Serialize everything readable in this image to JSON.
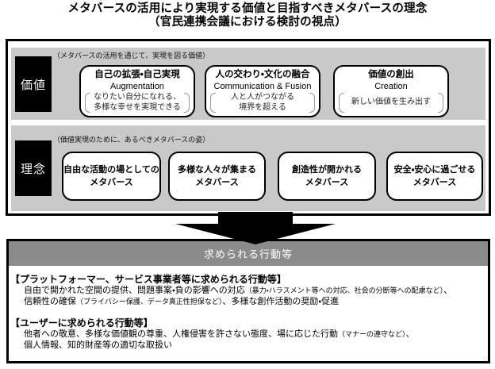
{
  "page": {
    "title_line1": "メタバースの活用により実現する価値と目指すべきメタバースの理念",
    "title_line2": "（官民連携会議における検討の視点）"
  },
  "colors": {
    "panel_gray": "#c9c9c9",
    "header_bar_gray": "#8b8b8b",
    "label_black": "#000000",
    "card_white": "#ffffff",
    "bracket_gray": "#9a9a9a"
  },
  "values_section": {
    "label": "価値",
    "caption": "（メタバースの活用を通じて、実現を図る価値）",
    "cards": [
      {
        "title": "自己の拡張・自己実現",
        "subtitle": "Augmentation",
        "desc_line1": "なりたい自分になれる、",
        "desc_line2": "多様な幸せを実現できる"
      },
      {
        "title": "人の交わり・文化の融合",
        "subtitle": "Communication & Fusion",
        "desc_line1": "人と人がつながる",
        "desc_line2": "境界を超える"
      },
      {
        "title": "価値の創出",
        "subtitle": "Creation",
        "desc_line1": "新しい価値を生み出す"
      }
    ]
  },
  "principles_section": {
    "label": "理念",
    "caption": "（価値実現のために、あるべきメタバースの姿）",
    "cards": [
      {
        "line1": "自由な活動の場としての",
        "line2": "メタバース"
      },
      {
        "line1": "多様な人々が集まる",
        "line2": "メタバース"
      },
      {
        "line1": "創造性が開かれる",
        "line2": "メタバース"
      },
      {
        "line1": "安全・安心に過ごせる",
        "line2": "メタバース"
      }
    ]
  },
  "actions_section": {
    "header": "求められる行動等",
    "platform": {
      "heading": "【プラットフォーマー、サービス事業者等に求められる行動等】",
      "line1_a": "自由で開かれた空間の提供、問題事案・負の影響への対応",
      "line1_b": "（暴力・ハラスメント等への対応、社会の分断等への配慮など）",
      "line1_c": "、",
      "line2_a": "信頼性の確保",
      "line2_b": "（プライバシー保護、データ真正性担保など）",
      "line2_c": "、多様な創作活動の奨励・促進"
    },
    "user": {
      "heading": "【ユーザーに求められる行動等】",
      "line1_a": "他者への敬意、多様な価値観の尊重、人権侵害を許さない態度、場に応じた行動",
      "line1_b": "（マナーの遵守など）",
      "line1_c": "、",
      "line2_a": "個人情報、知的財産等の適切な取扱い"
    }
  }
}
